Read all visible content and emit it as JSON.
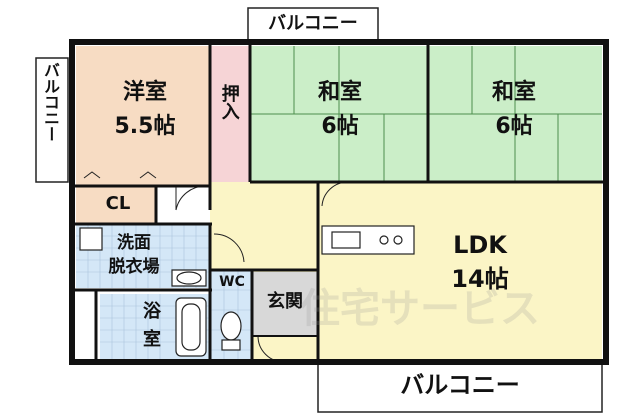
{
  "rooms": {
    "western": {
      "name": "洋室",
      "size": "5.5帖"
    },
    "closet_oshiire": "押入",
    "japanese_1": {
      "name": "和室",
      "size": "6帖"
    },
    "japanese_2": {
      "name": "和室",
      "size": "6帖"
    },
    "cl": "CL",
    "washroom": {
      "line1": "洗面",
      "line2": "脱衣場"
    },
    "ldk": {
      "name": "LDK",
      "size": "14帖"
    },
    "wc": "WC",
    "bath": {
      "line1": "浴",
      "line2": "室"
    },
    "entrance": "玄関"
  },
  "balconies": {
    "top": "バルコニー",
    "left": "バルコニー",
    "bottom": "バルコニー"
  },
  "watermark": "住宅サービス",
  "colors": {
    "western_room": "#f7dcc3",
    "japanese_room": "#cbeec8",
    "oshiire": "#f6d4d6",
    "ldk": "#fbf5c6",
    "wet_area": "#d4e7f7",
    "closet": "#f7dcc3",
    "entrance": "#d8d8d8",
    "wall": "#111111"
  }
}
